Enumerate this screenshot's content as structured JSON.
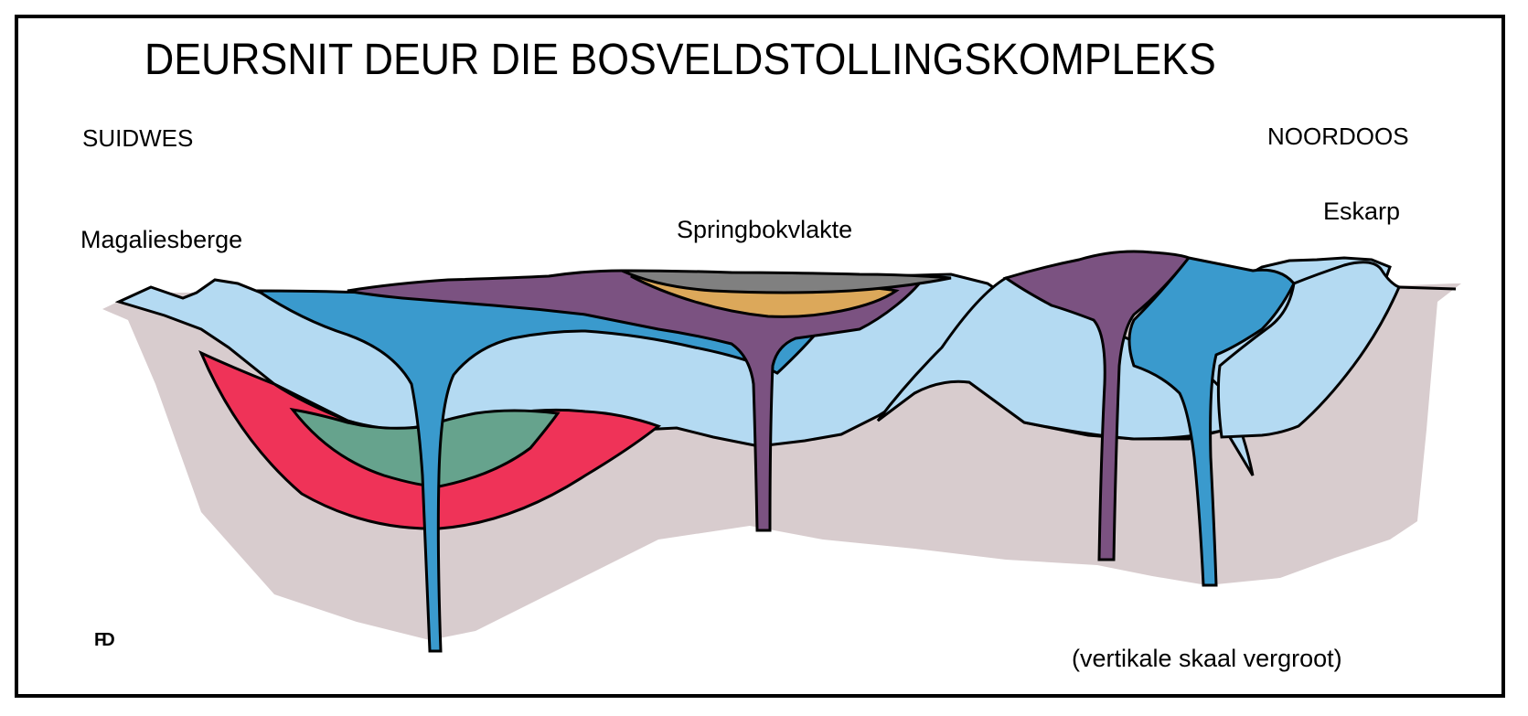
{
  "title": "DEURSNIT DEUR DIE BOSVELDSTOLLINGSKOMPLEKS",
  "labels": {
    "southwest": "SUIDWES",
    "northeast": "NOORDOOS",
    "magaliesberge": "Magaliesberge",
    "springbokvlakte": "Springbokvlakte",
    "eskarp": "Eskarp",
    "scale_note": "(vertikale skaal vergroot)",
    "signature": "FD"
  },
  "colors": {
    "basement": "#d8ccce",
    "transvaal_light_blue": "#b4daf2",
    "rustenburg_blue": "#3a9acd",
    "lebowa_purple": "#7b5281",
    "rashoop_tan": "#dca85a",
    "karoo_grey": "#808080",
    "pretoria_red": "#ef3358",
    "green_layer": "#66a38d",
    "outline": "#000000",
    "frame": "#000000"
  }
}
